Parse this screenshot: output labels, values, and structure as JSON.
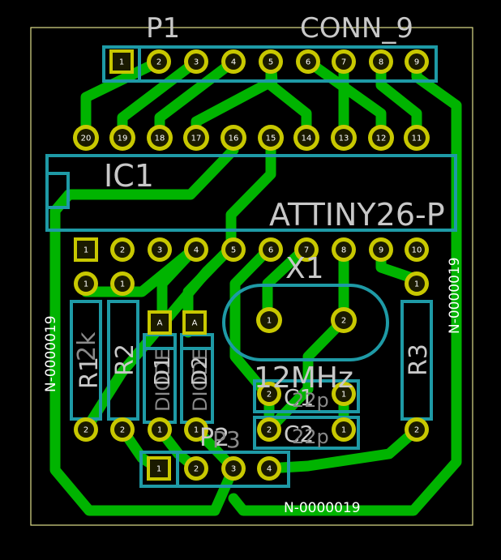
{
  "colors": {
    "background": "#000000",
    "trace": "#00b400",
    "silkscreen": "#c8c8c8",
    "courtyard": "#1e9aa6",
    "pad_ring": "#c8c800",
    "pad_dark": "#1a1a00",
    "board_edge": "#dede8a",
    "pad_number": "#ffffff"
  },
  "labels": {
    "p1_ref": "P1",
    "p1_value": "CONN_9",
    "ic1_ref": "IC1",
    "ic1_value": "ATTINY26-P",
    "x1_ref": "X1",
    "x1_value": "12MHz",
    "r1_ref": "R1",
    "r1_value": "2k",
    "r2_ref": "R2",
    "r3_ref": "R3",
    "d1_ref": "D1",
    "d1_value": "DIODE",
    "d2_ref": "D2",
    "d2_value": "DIODE",
    "c1_ref": "C1",
    "c1_value": "22p",
    "c2_ref": "C2",
    "c2_value": "22p",
    "p2_ref": "P2",
    "p2_value": "P3",
    "net_left": "N-0000019",
    "net_right": "N-0000019",
    "net_bottom": "N-0000019"
  },
  "pads": {
    "p1": [
      "1",
      "2",
      "3",
      "4",
      "5",
      "6",
      "7",
      "8",
      "9"
    ],
    "ic1_top": [
      "20",
      "19",
      "18",
      "17",
      "16",
      "15",
      "14",
      "13",
      "12",
      "11"
    ],
    "ic1_bottom": [
      "1",
      "2",
      "3",
      "4",
      "5",
      "6",
      "7",
      "8",
      "9",
      "10"
    ],
    "r1": [
      "1",
      "2"
    ],
    "r2": [
      "1",
      "2"
    ],
    "r3": [
      "1",
      "2"
    ],
    "x1": [
      "1",
      "2"
    ],
    "d1": [
      "A",
      "1"
    ],
    "d2": [
      "A",
      "1"
    ],
    "c1": [
      "2",
      "1"
    ],
    "c2": [
      "2",
      "1"
    ],
    "p2": [
      "1",
      "2",
      "3",
      "4"
    ]
  }
}
